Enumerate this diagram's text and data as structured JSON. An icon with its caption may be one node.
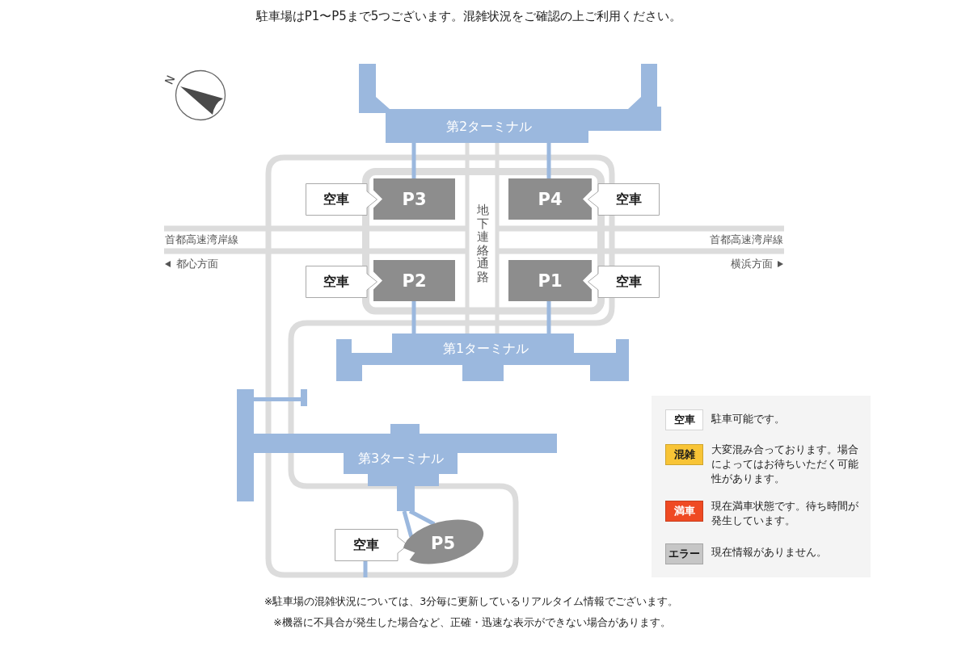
{
  "diagram": {
    "title": "駐車場はP1〜P5まで5つございます。混雑状況をご確認の上ご利用ください。",
    "nodes": [
      {
        "text": [
          "第2ターミナル"
        ]
      },
      {
        "text": [
          "空車"
        ]
      },
      {
        "text": [
          "P3"
        ]
      },
      {
        "text": [
          "P4"
        ]
      },
      {
        "text": [
          "空車"
        ]
      },
      {
        "text": [
          "空車"
        ]
      },
      {
        "text": [
          "P2"
        ]
      },
      {
        "text": [
          "P1"
        ]
      },
      {
        "text": [
          "空車"
        ]
      },
      {
        "text": [
          "第1ターミナル"
        ]
      },
      {
        "text": [
          "第3ターミナル"
        ]
      },
      {
        "text": [
          "空車"
        ]
      },
      {
        "text": [
          "P5"
        ]
      }
    ],
    "edges": [
      {
        "from": 0,
        "to": 2,
        "arrow": "none"
      },
      {
        "from": 0,
        "to": 3,
        "arrow": "none"
      },
      {
        "from": 0,
        "to": 9,
        "arrow": "none",
        "color": "#dcdcdc"
      },
      {
        "from": 0,
        "to": 9,
        "arrow": "none",
        "color": "#dcdcdc"
      },
      {
        "from": 6,
        "to": 9,
        "arrow": "none"
      },
      {
        "from": 7,
        "to": 9,
        "arrow": "none"
      },
      {
        "from": 10,
        "to": 12,
        "arrow": "none"
      },
      {
        "from": 10,
        "to": 12,
        "arrow": "none"
      },
      {
        "from": 11,
        "to": null,
        "arrow": "none"
      }
    ],
    "labels": [
      "N",
      "地下連絡通路",
      "首都高速湾岸線",
      "首都高速湾岸線",
      "都心方面",
      "横浜方面",
      "空車",
      "混雑",
      "満車",
      "エラー",
      "※駐車場の混雑状況については、3分毎に更新しているリアルタイム情報でございます。",
      "※機器に不具合が発生した場合など、正確・迅速な表示ができない場合があります。"
    ],
    "legend": [
      {
        "text": "駐車可能です。",
        "color": "#ffffff"
      },
      {
        "text": "大変混み合っております。場合によってはお待ちいただく可能性があります。",
        "color": "#f8c436"
      },
      {
        "text": "現在満車状態です。待ち時間が発生しています。",
        "color": "#ef4a23"
      },
      {
        "text": "現在情報がありません。",
        "color": "#c6c6c6"
      }
    ]
  }
}
